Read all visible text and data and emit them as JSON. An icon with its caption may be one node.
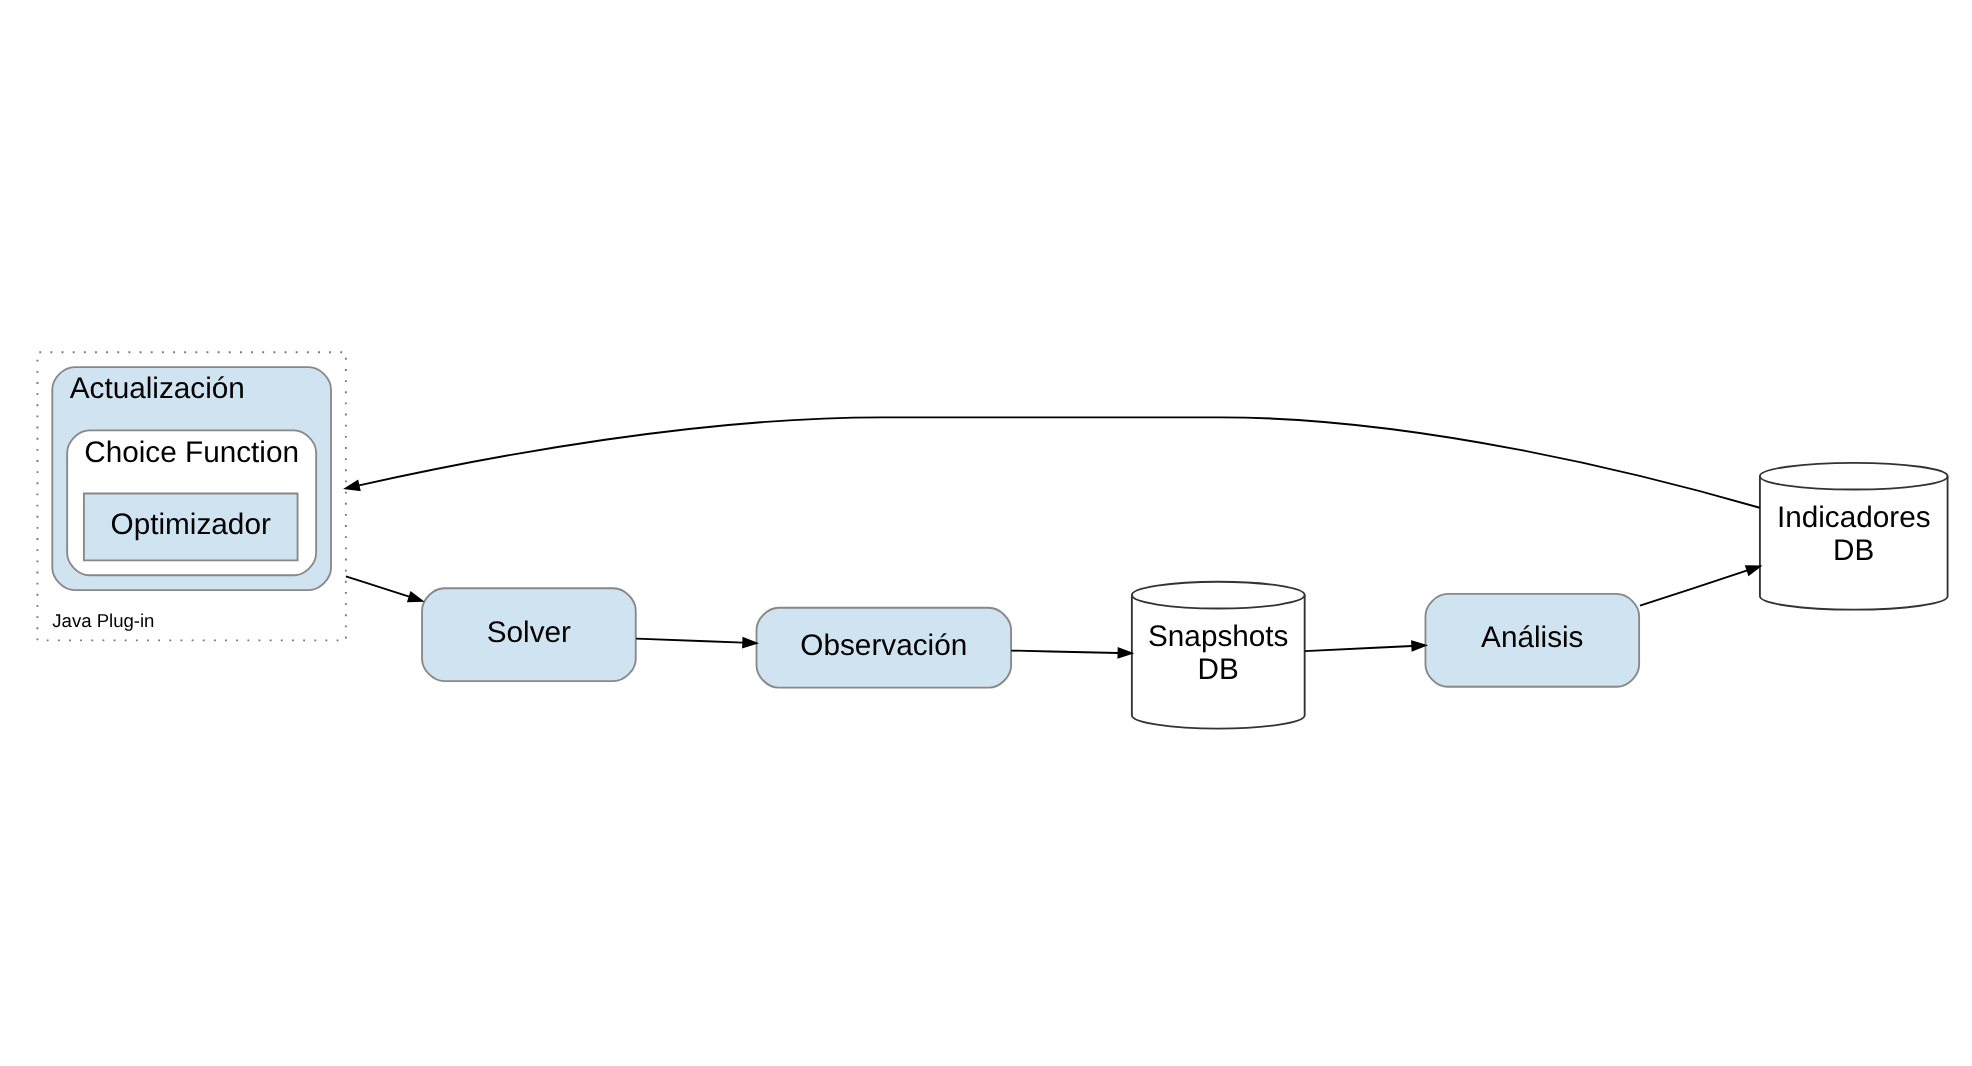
{
  "diagram": {
    "nodes": [
      {
        "text": [
          "Solver"
        ]
      },
      {
        "text": [
          "Observación"
        ]
      },
      {
        "text": [
          "Snapshots",
          "DB"
        ]
      },
      {
        "text": [
          "Análisis"
        ]
      },
      {
        "text": [
          "Indicadores",
          "DB"
        ]
      },
      {
        "text": [
          "Java Plug-in"
        ]
      },
      {
        "text": [
          "Actualización"
        ],
        "in": 5
      },
      {
        "text": [
          "Choice Function"
        ],
        "in": 6
      },
      {
        "text": [
          "Optimizador"
        ],
        "in": 7
      }
    ],
    "edges": [
      {
        "from": 0,
        "to": 1,
        "arrow": "to"
      },
      {
        "from": 1,
        "to": 2,
        "arrow": "to"
      },
      {
        "from": 2,
        "to": 3,
        "arrow": "to"
      },
      {
        "from": 3,
        "to": 4,
        "arrow": "to"
      },
      {
        "from": 4,
        "to": 5,
        "arrow": "to"
      },
      {
        "from": 5,
        "to": 0,
        "arrow": "to"
      }
    ]
  }
}
